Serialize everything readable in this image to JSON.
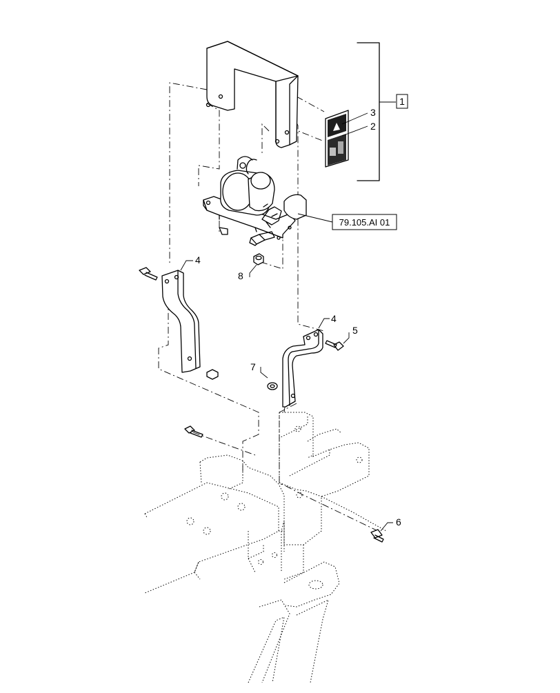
{
  "callouts": {
    "c1": "1",
    "c2": "2",
    "c3": "3",
    "c4a": "4",
    "c4b": "4",
    "c5": "5",
    "c6": "6",
    "c7": "7",
    "c8": "8"
  },
  "reference": "79.105.AI 01"
}
